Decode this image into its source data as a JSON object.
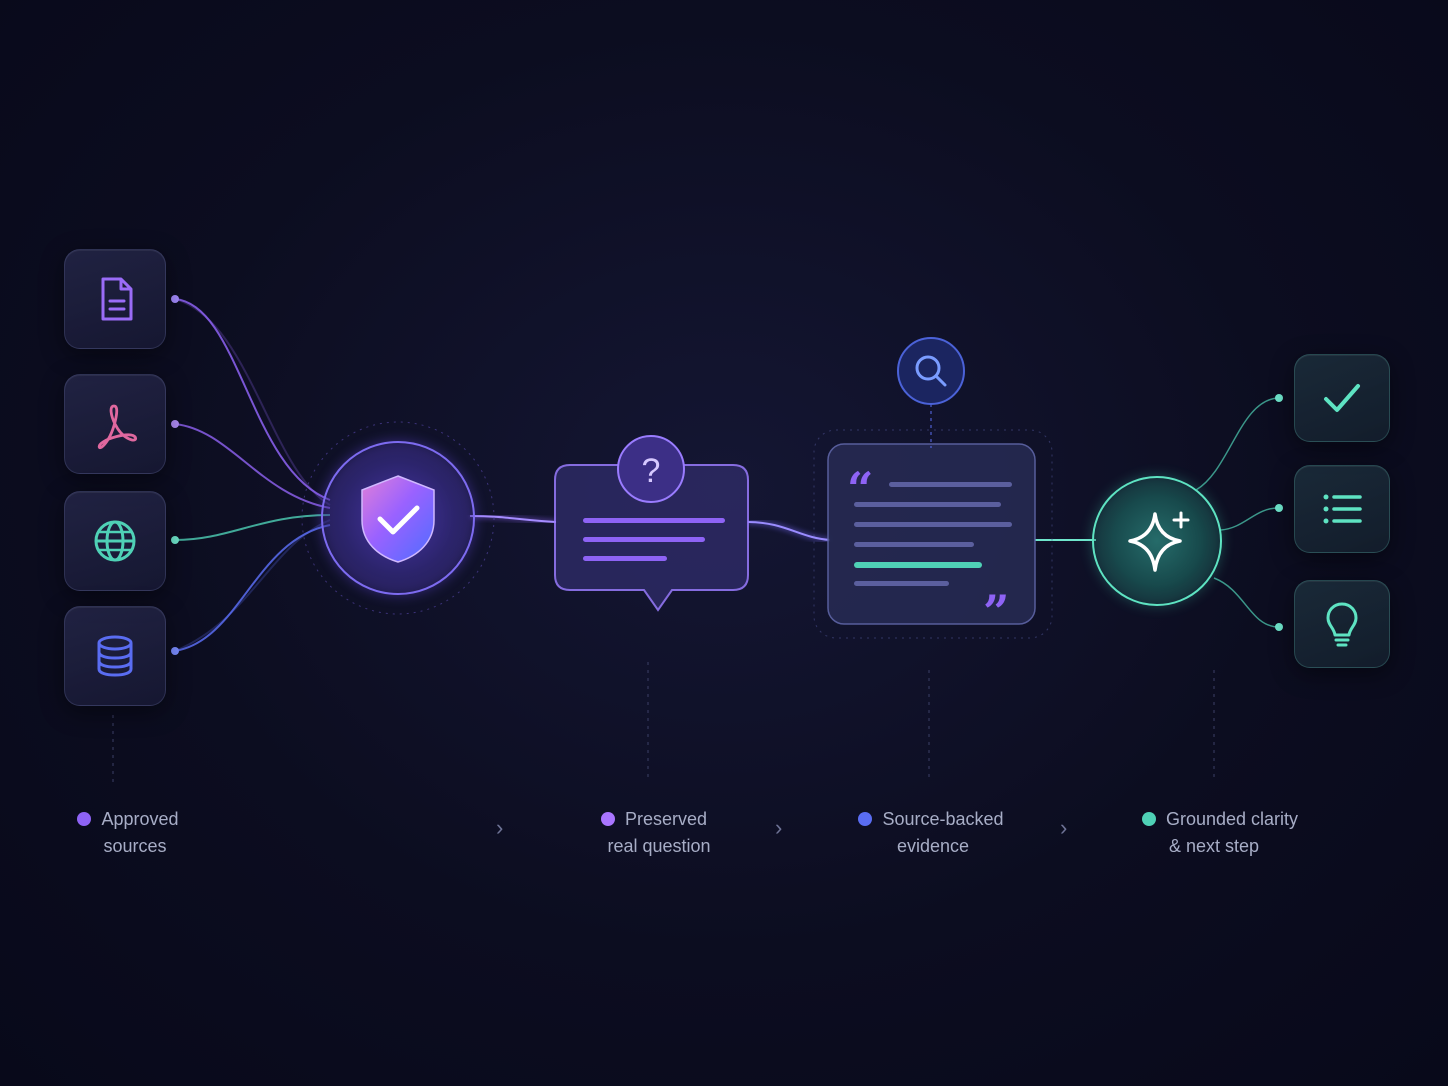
{
  "colors": {
    "background": "#0c0d20",
    "purple": "#8e63f5",
    "violet": "#a975ff",
    "pink": "#e0689f",
    "teal": "#4fd1b6",
    "blue": "#5a6df2",
    "green": "#5ee3c2"
  },
  "source_icons": [
    "document-icon",
    "pdf-icon",
    "globe-icon",
    "database-icon"
  ],
  "stage_icons": [
    "shield-check-icon",
    "question-icon",
    "search-icon",
    "quote-icon",
    "sparkle-icon"
  ],
  "output_icons": [
    "check-icon",
    "list-icon",
    "lightbulb-icon"
  ],
  "stages": [
    {
      "line1": "Approved",
      "line2": "sources",
      "dot_color": "#8e63f5"
    },
    {
      "line1": "Preserved",
      "line2": "real question",
      "dot_color": "#a975ff"
    },
    {
      "line1": "Source-backed",
      "line2": "evidence",
      "dot_color": "#5a6df2"
    },
    {
      "line1": "Grounded clarity",
      "line2": "& next step",
      "dot_color": "#4fd1b6"
    }
  ],
  "glyphs": {
    "question": "?",
    "quote_open": "“",
    "quote_close": "”",
    "chevron": "›"
  }
}
